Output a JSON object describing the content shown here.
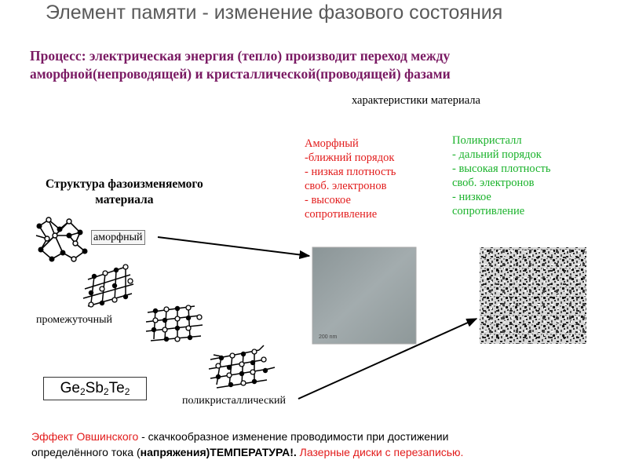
{
  "title": "Элемент памяти - изменение фазового состояния",
  "process": {
    "line1": "Процесс: электрическая энергия (тепло) производит переход между",
    "line2": "аморфной(непроводящей) и кристаллической(проводящей) фазами"
  },
  "properties_heading": "характеристики материала",
  "amorphous_properties": [
    "Аморфный",
    "-ближний порядок",
    "- низкая плотность",
    "своб. электронов",
    "- высокое",
    "сопротивление"
  ],
  "polycrystal_properties": [
    "Поликристалл",
    "- дальний порядок",
    "- высокая плотность",
    "своб. электронов",
    "- низкое",
    "сопротивление"
  ],
  "structure_heading": {
    "line1": "Структура фазоизменяемого",
    "line2": "материала"
  },
  "structure_labels": {
    "amorphous": "аморфный",
    "intermediate": "промежуточный",
    "polycrystalline": "поликристаллический"
  },
  "formula": {
    "el1": "Ge",
    "n1": "2",
    "el2": "Sb",
    "n2": "2",
    "el3": "Te",
    "n3": "2"
  },
  "effect": {
    "name": "Эффект Овшинского",
    "text1": " - скачкообразное изменение проводимости при достижении",
    "line2_prefix": "определённого тока (",
    "line2_bold": "напряжения)ТЕМПЕРАТУРА!.",
    "laser": " Лазерные диски с перезаписью."
  },
  "micrograph_scale_text": "200 nm",
  "colors": {
    "title": "#5a5a5a",
    "process": "#7a1a63",
    "amorphous": "#e21b1b",
    "polycrystal": "#19b22a",
    "effect_highlight": "#e21b1b"
  }
}
